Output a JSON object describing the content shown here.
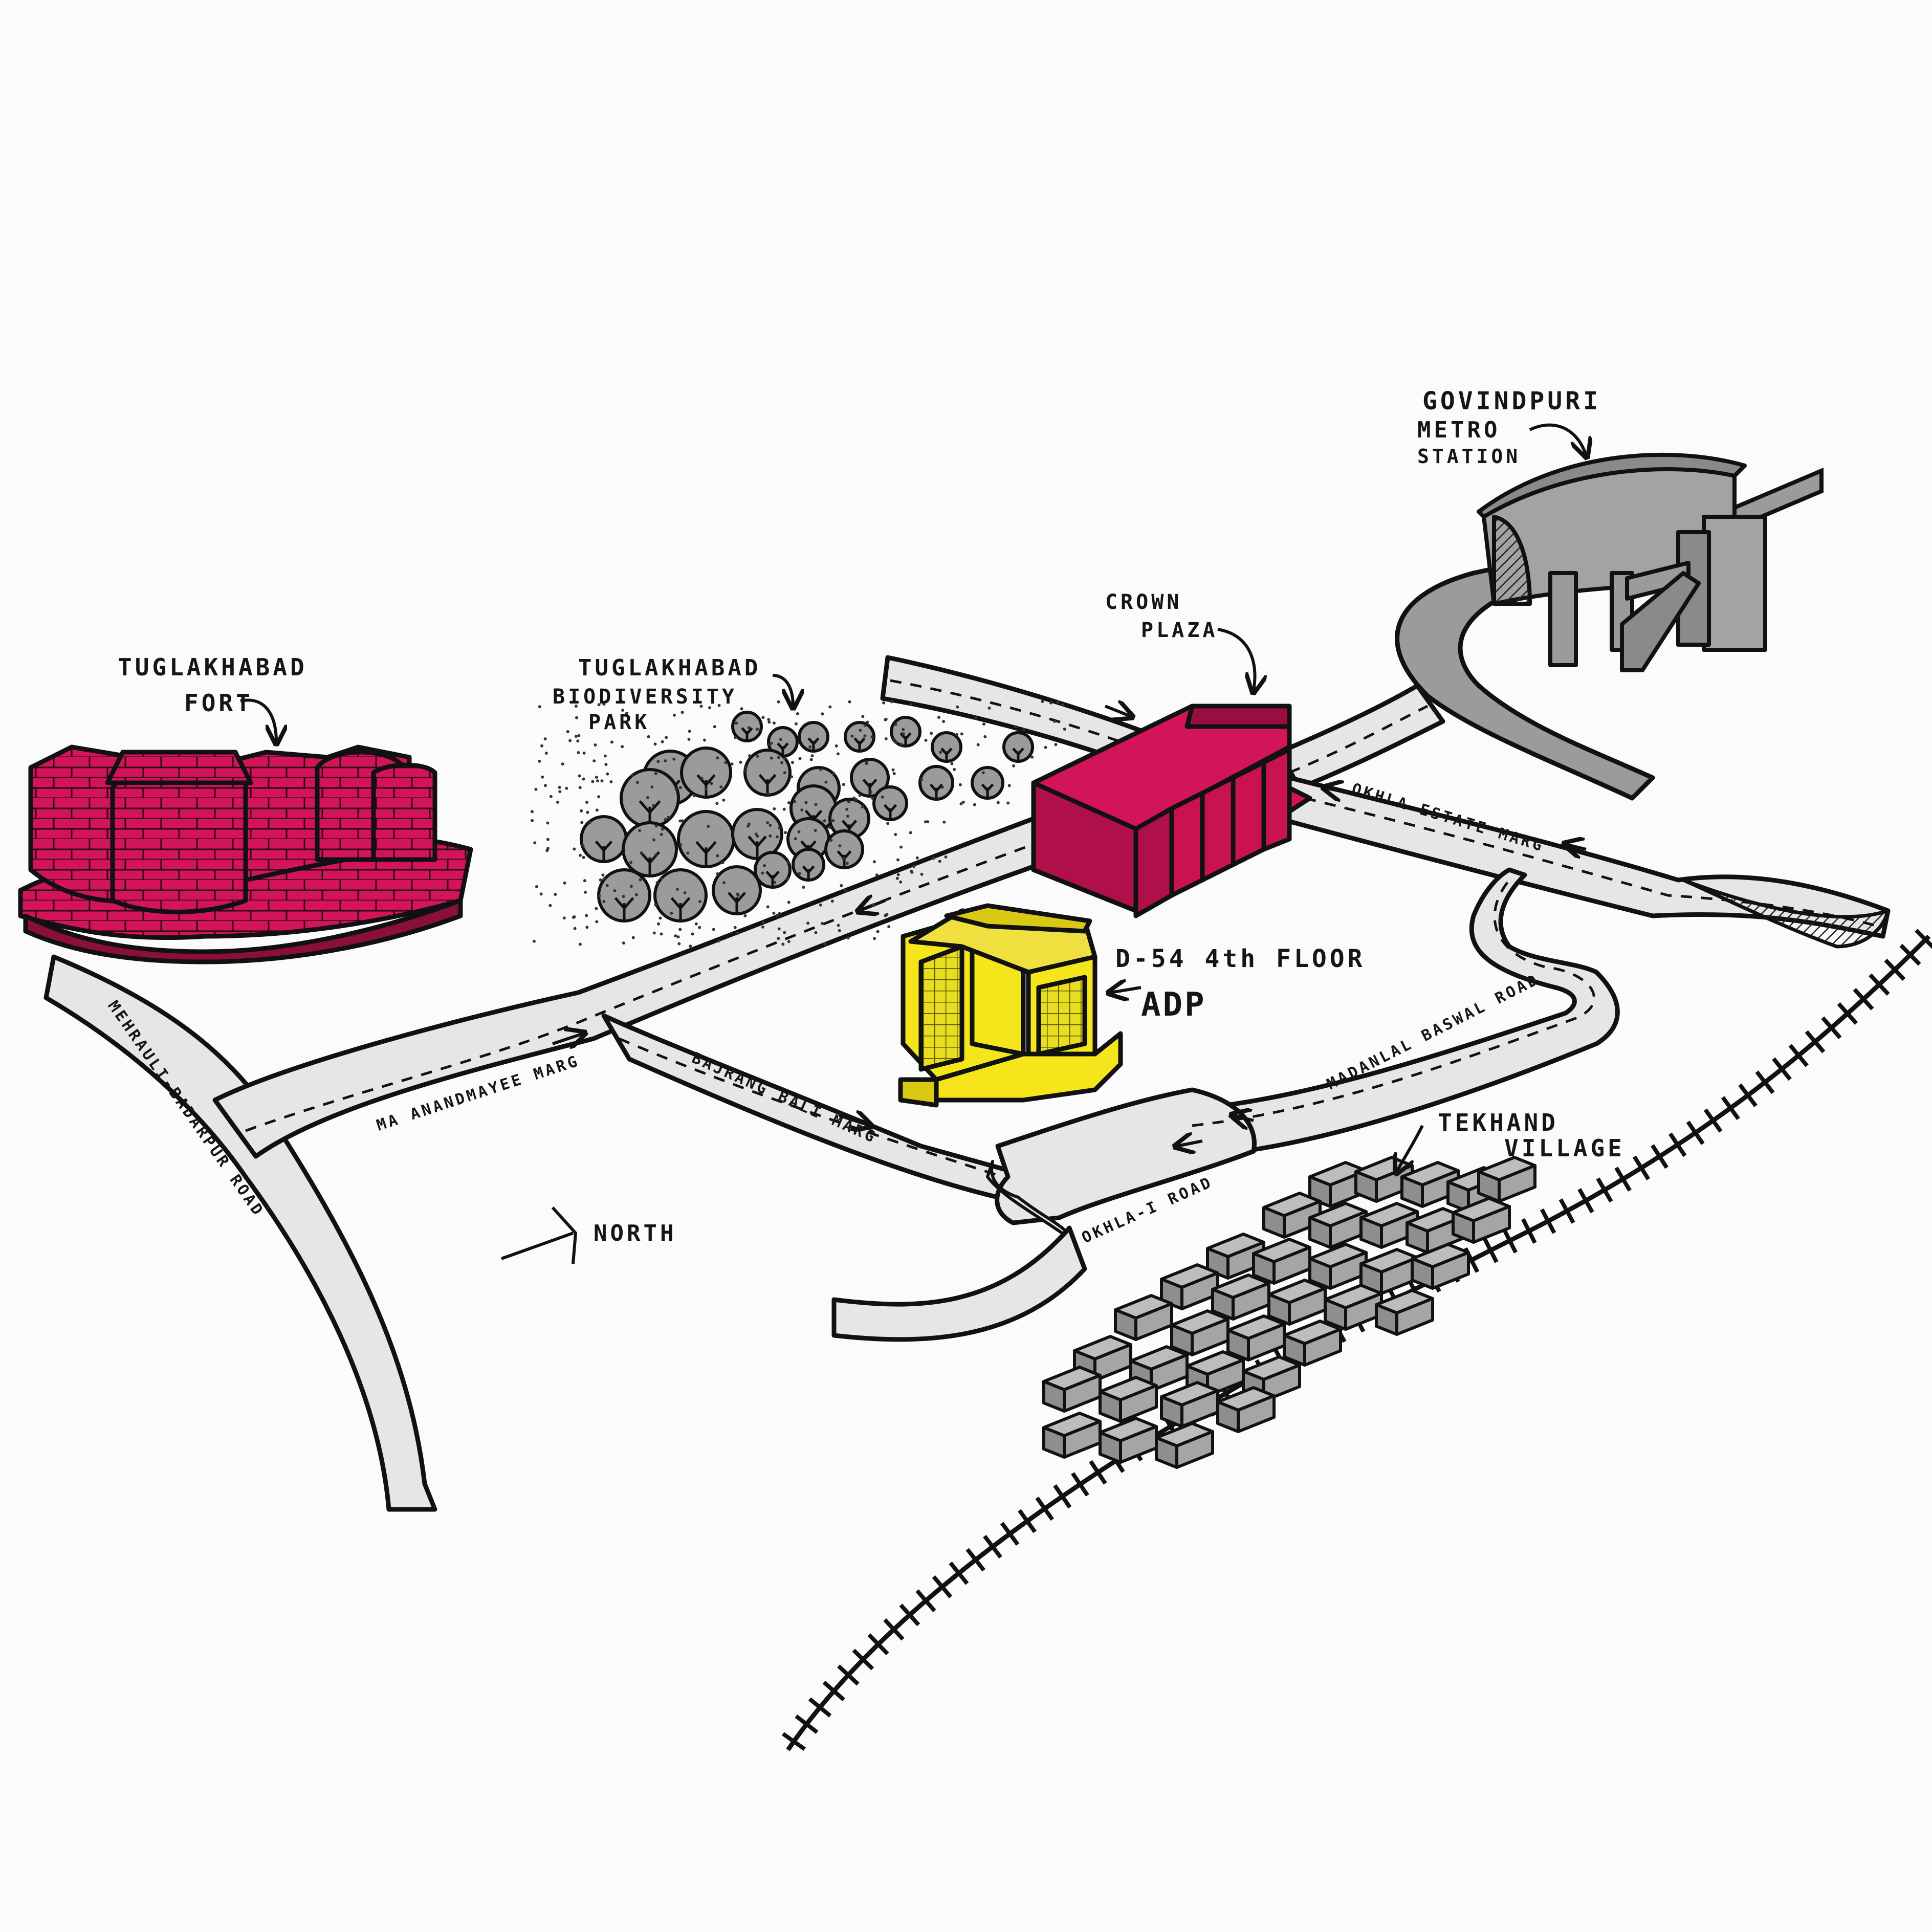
{
  "labels": {
    "fort": {
      "line1": "TUGLAKHABAD",
      "line2": "FORT"
    },
    "park": {
      "line1": "TUGLAKHABAD",
      "line2": "BIODIVERSITY",
      "line3": "PARK"
    },
    "crown": {
      "line1": "CROWN",
      "line2": "PLAZA"
    },
    "metro": {
      "line1": "GOVINDPURI",
      "line2": "METRO",
      "line3": "STATION"
    },
    "adp_address": "D-54 4th FLOOR",
    "adp_name": "ADP",
    "village": {
      "line1": "TEKHAND",
      "line2": "VILLAGE"
    },
    "north": "NORTH"
  },
  "roads": {
    "mehrauli": "MEHRAULI-BADARPUR ROAD",
    "anandmayee": "MA ANANDMAYEE MARG",
    "bajrang": "BAJRANG BALI MARG",
    "okhla_estate": "OKHLA ESTATE MARG",
    "madanlal": "MADANLAL BASWAL ROAD",
    "okhla1": "OKHLA-I ROAD"
  },
  "colors": {
    "fort": "#d4145a",
    "crown_plaza": "#d4145a",
    "adp_building": "#f4e61a",
    "road": "#e6e6e6",
    "gray": "#9b9b9b",
    "ink": "#111111"
  }
}
